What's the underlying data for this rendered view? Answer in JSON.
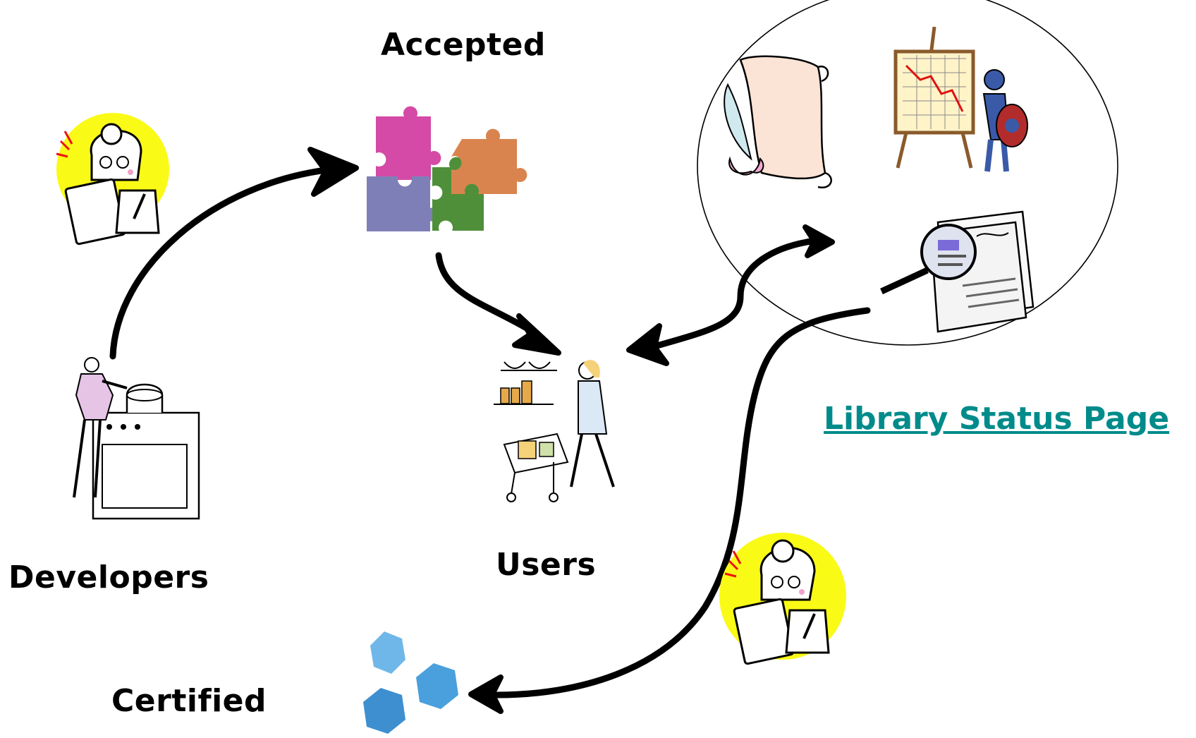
{
  "labels": {
    "accepted": "Accepted",
    "developers": "Developers",
    "users": "Users",
    "certified": "Certified"
  },
  "link": {
    "text": "Library Status Page",
    "color": "#008b8b"
  },
  "colors": {
    "arrow": "#000000",
    "reviewer_circle": "#fafa17",
    "puzzle_magenta": "#d44aa6",
    "puzzle_purple": "#7f7fb8",
    "puzzle_green": "#4f8f3a",
    "puzzle_orange": "#d9844e",
    "hexagon_blue": "#4aa0dc"
  },
  "icons": [
    "reviewer-icon-top",
    "puzzle-pieces-icon",
    "scroll-quill-icon",
    "knight-chart-easel-icon",
    "magnifier-document-icon",
    "cook-at-stove-icon",
    "shopper-with-cart-icon",
    "reviewer-icon-bottom",
    "hexagon-cluster-icon"
  ]
}
